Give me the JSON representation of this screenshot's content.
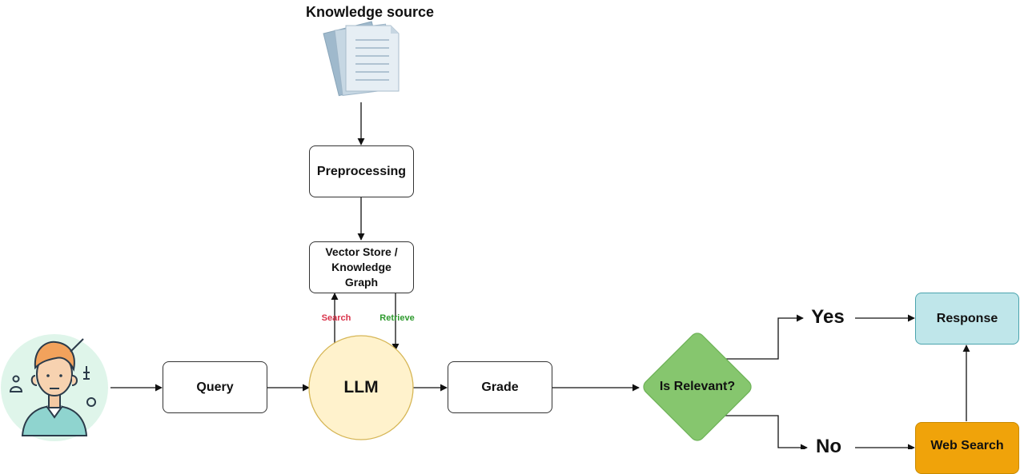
{
  "diagram": {
    "knowledge_source": "Knowledge source",
    "nodes": {
      "preprocessing": "Preprocessing",
      "vector_store": "Vector Store / Knowledge Graph",
      "query": "Query",
      "llm": "LLM",
      "grade": "Grade",
      "decision": "Is Relevant?",
      "response": "Response",
      "web_search": "Web Search"
    },
    "edges": {
      "search": "Search",
      "retrieve": "Retrieve",
      "yes": "Yes",
      "no": "No"
    }
  },
  "colors": {
    "search": "#d9324a",
    "retrieve": "#2e9a2e",
    "llm_fill": "#fff2cc",
    "llm_stroke": "#d6b656",
    "decision_fill": "#86c66e",
    "response_fill": "#bfe6ea",
    "response_stroke": "#4aa3ad",
    "web_search_fill": "#f0a30a",
    "web_search_stroke": "#c98a00",
    "user_bg": "#dff5ea"
  },
  "icons": [
    "documents-icon",
    "user-avatar-icon"
  ]
}
